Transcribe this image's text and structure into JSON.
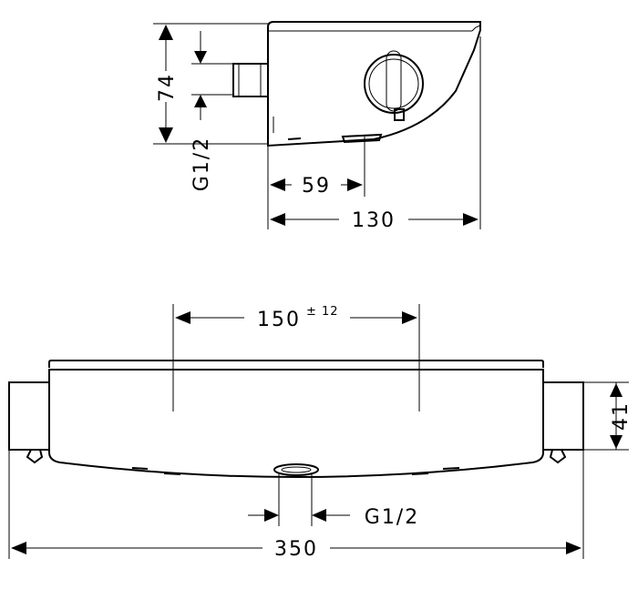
{
  "side_view": {
    "dim_height": "74",
    "dim_thread": "G1/2",
    "dim_outlet_offset": "59",
    "dim_depth": "130"
  },
  "front_view": {
    "dim_spacing": "150",
    "dim_spacing_tolerance": "± 12",
    "dim_height": "41",
    "dim_outlet_thread": "G1/2",
    "dim_width": "350"
  }
}
